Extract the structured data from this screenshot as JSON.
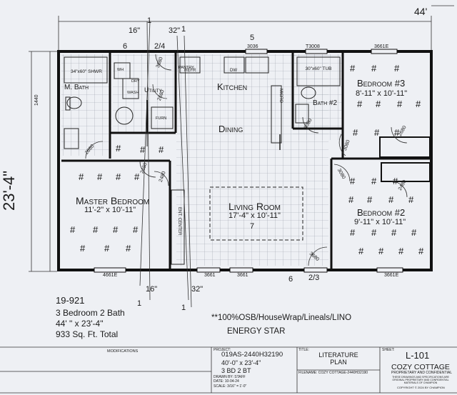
{
  "dimensions": {
    "overall_width": "44'",
    "overall_depth": "23'-4\"",
    "left_wall": "1440",
    "top_marks": [
      "16\"",
      "32\"",
      "1",
      "1",
      "6",
      "2/4",
      "5"
    ],
    "bottom_marks": [
      "16\"",
      "32\"",
      "1",
      "1",
      "6",
      "2/3"
    ]
  },
  "windows": {
    "top": [
      "3036",
      "T3008",
      "3661E"
    ],
    "bottom": [
      "4661E",
      "3661",
      "3661",
      "3661E"
    ]
  },
  "doors": [
    "3680",
    "2680",
    "2680",
    "2480",
    "2480",
    "3080",
    "3080",
    "3080",
    "2680",
    "3680",
    "2480",
    "2480"
  ],
  "fixtures": {
    "shower": "34\"x60\" SHWR",
    "tub": "30\"x60\" TUB",
    "refr": "REFR",
    "dw": "DW",
    "pantry": "PANTRY",
    "micro": "MICRO",
    "wh": "WH",
    "dry": "DRY",
    "wash": "WASH",
    "furn": "FURN",
    "ent_center": "ENT. CENTER"
  },
  "rooms": {
    "m_bath": "M. Bath",
    "utility": "Utility",
    "kitchen": "Kitchen",
    "dining": "Dining",
    "bath2": "Bath #2",
    "bedroom3": "Bedroom #3",
    "bedroom3_size": "8'-11\" x 10'-11\"",
    "master": "Master Bedroom",
    "master_size": "11'-2\" x 10'-11\"",
    "living": "Living Room",
    "living_size": "17'-4\" x 10'-11\"",
    "living_mark": "7",
    "bedroom2": "Bedroom #2",
    "bedroom2_size": "9'-11\" x 10'-11\""
  },
  "plan_info": {
    "model": "19-921",
    "beds_baths": "3 Bedroom  2 Bath",
    "size": "44'  \" x 23'-4\"",
    "sqft": "933 Sq. Ft. Total",
    "notes": "**100%OSB/HouseWrap/Lineals/LINO",
    "energy": "ENERGY STAR"
  },
  "title_block": {
    "modifications": "MODIFICATIONS",
    "project_label": "PROJECT:",
    "project": "019AS-2440H32190",
    "size": "40'-0\" x 23'-4\"",
    "config": "3 BD 2 BT",
    "drawn_by": "DRAWN BY: STAFF",
    "date": "DATE: 10-04-24",
    "scale": "SCALE: 3/16\" = 1'-0\"",
    "title_label": "TITLE:",
    "title": "LITERATURE\nPLAN",
    "filename": "FILENAME: COZY COTTAGE-2440H32190",
    "sheet_label": "SHEET:",
    "sheet": "L-101",
    "name": "COZY COTTAGE",
    "proprietary": "PROPRIETARY AND CONFIDENTIAL",
    "legal": "THESE DRAWINGS AND SPECIFICATIONS ARE ORIGINAL PROPRIETARY AND CONFIDENTIAL MATERIALS OF CHAMPION",
    "copyright": "COPYRIGHT © 2024 BY CHAMPION"
  }
}
